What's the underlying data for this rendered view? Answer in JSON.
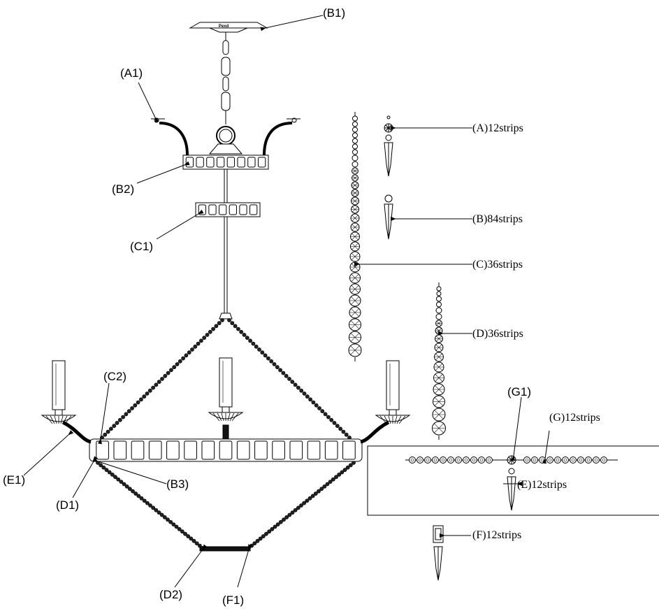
{
  "diagram": {
    "callouts": {
      "a1": "(A1)",
      "b1": "(B1)",
      "b2": "(B2)",
      "b3": "(B3)",
      "c1": "(C1)",
      "c2": "(C2)",
      "d1": "(D1)",
      "d2": "(D2)",
      "e1": "(E1)",
      "f1": "(F1)",
      "g1": "(G1)"
    },
    "canopy_text": "Pexd",
    "parts": [
      {
        "id": "a",
        "label": "(A)12strips"
      },
      {
        "id": "b",
        "label": "(B)84strips"
      },
      {
        "id": "c",
        "label": "(C)36strips"
      },
      {
        "id": "d",
        "label": "(D)36strips"
      },
      {
        "id": "g",
        "label": "(G)12strips"
      },
      {
        "id": "e",
        "label": "(E)12strips"
      },
      {
        "id": "f",
        "label": "(F)12strips"
      }
    ]
  }
}
